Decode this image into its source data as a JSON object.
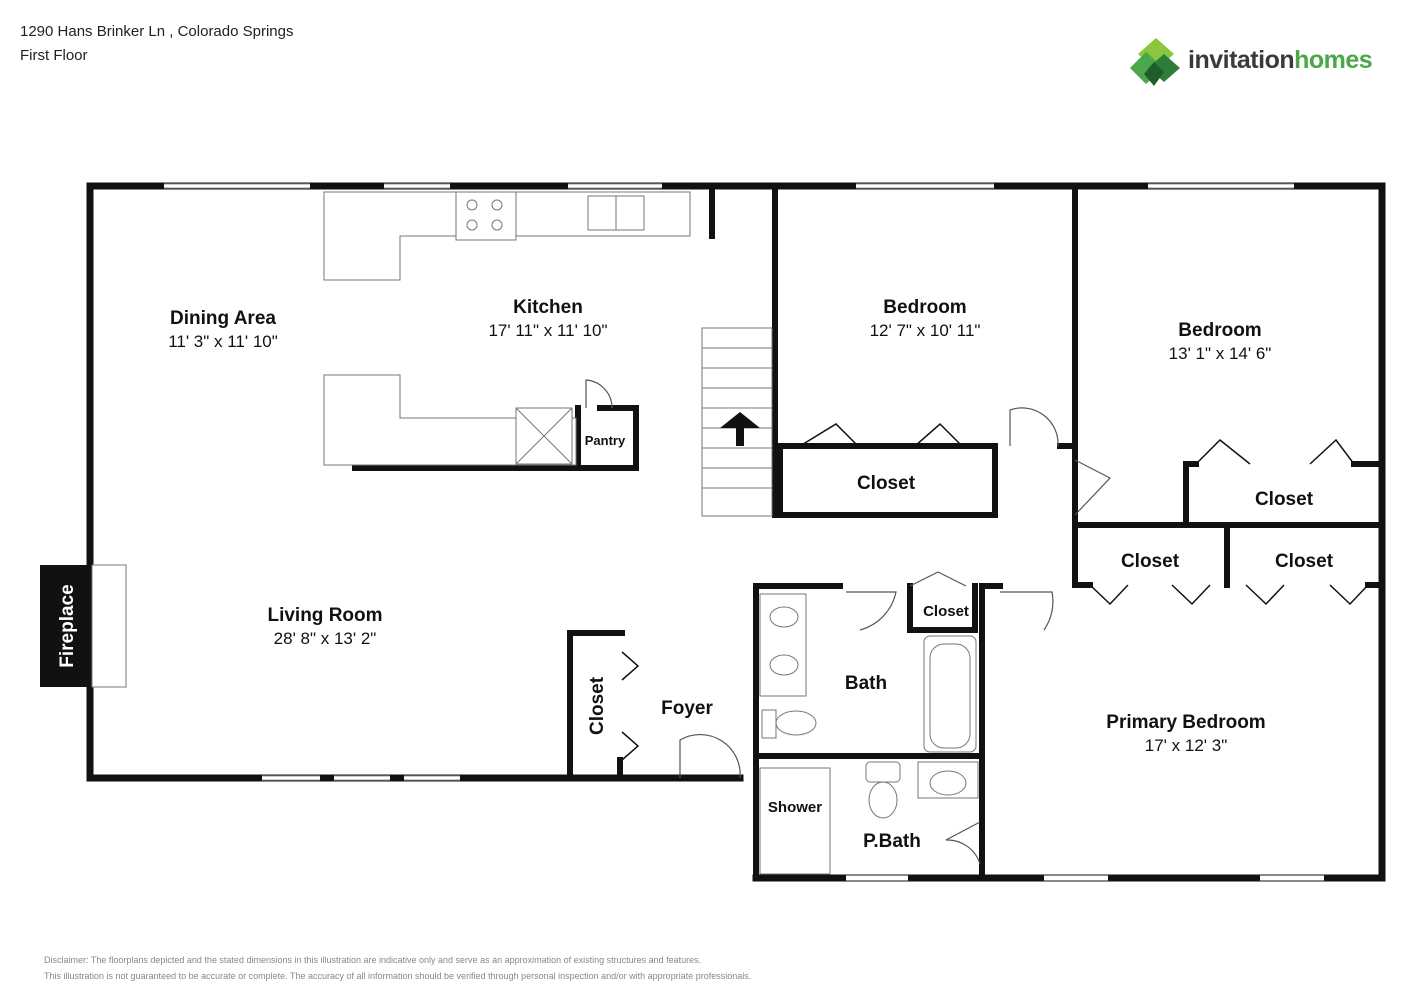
{
  "header": {
    "address": "1290 Hans Brinker Ln , Colorado Springs",
    "floor": "First Floor"
  },
  "logo": {
    "word1": "invitation",
    "word2": "homes",
    "colors": {
      "green": "#4aa84a",
      "dark_green": "#2f7d3a",
      "gray": "#3a3a3a"
    }
  },
  "rooms": {
    "dining": {
      "name": "Dining Area",
      "dims": "11' 3\" x 11' 10\""
    },
    "kitchen": {
      "name": "Kitchen",
      "dims": "17' 11\" x 11' 10\""
    },
    "bedroom1": {
      "name": "Bedroom",
      "dims": "12' 7\" x 10' 11\""
    },
    "bedroom2": {
      "name": "Bedroom",
      "dims": "13' 1\" x 14' 6\""
    },
    "living": {
      "name": "Living Room",
      "dims": "28' 8\" x 13' 2\""
    },
    "primary": {
      "name": "Primary Bedroom",
      "dims": "17' x 12' 3\""
    },
    "pantry": "Pantry",
    "closet_b1": "Closet",
    "closet_b2": "Closet",
    "closet_p1": "Closet",
    "closet_p2": "Closet",
    "closet_hall": "Closet",
    "closet_foyer": "Closet",
    "foyer": "Foyer",
    "bath": "Bath",
    "pbath": "P.Bath",
    "shower": "Shower",
    "fireplace": "Fireplace"
  },
  "disclaimer": {
    "line1": "Disclaimer: The floorplans depicted and the stated dimensions in this illustration are indicative only and serve as an approximation of existing structures and features.",
    "line2": "This illustration is not guaranteed to be accurate or complete. The accuracy of all information should be verified through personal inspection and/or with appropriate professionals."
  }
}
